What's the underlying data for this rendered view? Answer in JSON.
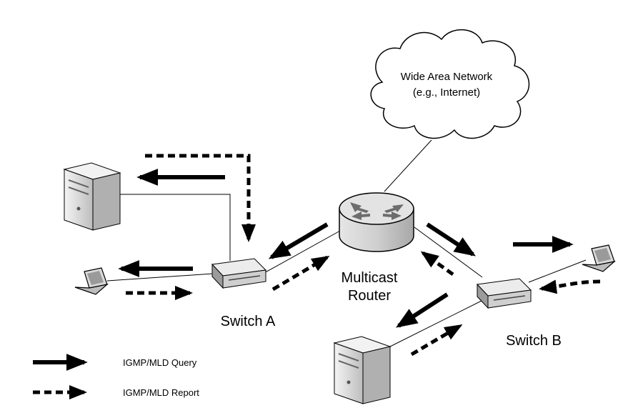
{
  "cloud": {
    "line1": "Wide Area Network",
    "line2": "(e.g., Internet)"
  },
  "router": {
    "line1": "Multicast",
    "line2": "Router"
  },
  "switch_a": {
    "label": "Switch A"
  },
  "switch_b": {
    "label": "Switch B"
  },
  "legend": {
    "query": "IGMP/MLD Query",
    "report": "IGMP/MLD Report"
  },
  "colors": {
    "line": "#000000",
    "device": "#d2d2d2",
    "device_dark": "#8a8a8a"
  }
}
